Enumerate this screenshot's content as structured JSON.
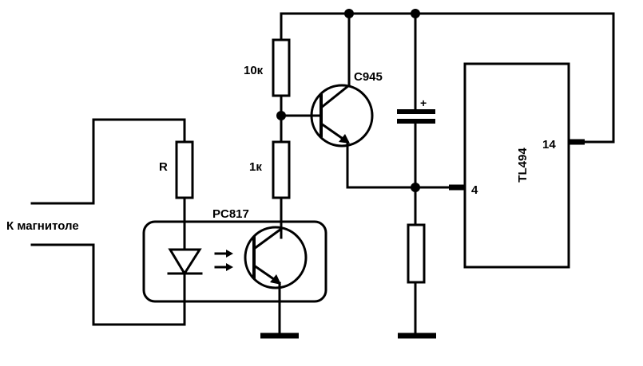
{
  "labels": {
    "connector": "К магнитоле",
    "r_led": "R",
    "r_top": "10к",
    "r_mid": "1к",
    "transistor": "C945",
    "optocoupler": "PC817",
    "ic": "TL494",
    "pin_14": "14",
    "pin_4": "4",
    "cap_polarity": "+"
  },
  "colors": {
    "ink": "#000000",
    "background": "#ffffff"
  }
}
